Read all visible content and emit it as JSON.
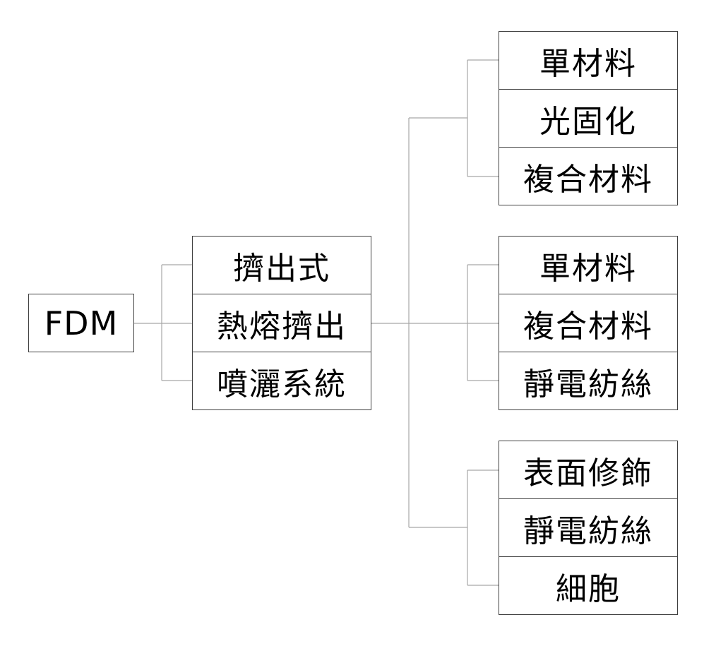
{
  "root": {
    "label": "FDM"
  },
  "level1": {
    "items": [
      {
        "label": "擠出式"
      },
      {
        "label": "熱熔擠出"
      },
      {
        "label": "噴灑系統"
      }
    ]
  },
  "level2": {
    "groups": [
      {
        "items": [
          {
            "label": "單材料"
          },
          {
            "label": "光固化"
          },
          {
            "label": "複合材料"
          }
        ]
      },
      {
        "items": [
          {
            "label": "單材料"
          },
          {
            "label": "複合材料"
          },
          {
            "label": "靜電紡絲"
          }
        ]
      },
      {
        "items": [
          {
            "label": "表面修飾"
          },
          {
            "label": "靜電紡絲"
          },
          {
            "label": "細胞"
          }
        ]
      }
    ]
  },
  "colors": {
    "box_border": "#404040",
    "connector": "#a6a6a6",
    "text": "#000000",
    "background": "#ffffff"
  }
}
